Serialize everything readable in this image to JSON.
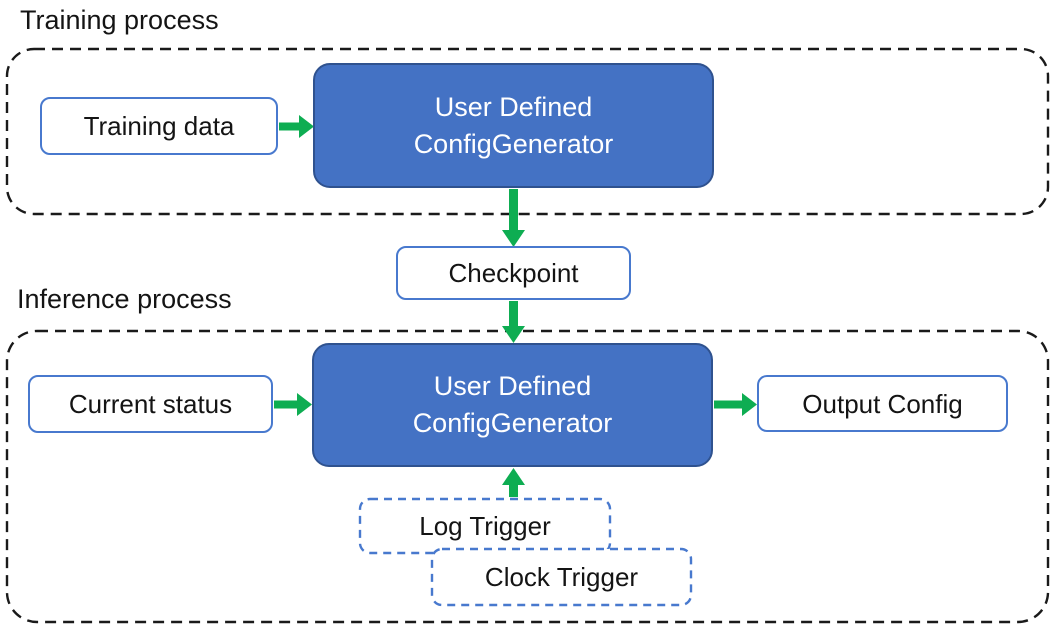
{
  "diagram_title": "ConfigGenerator training and inference process diagram",
  "colors": {
    "generator_fill_blue": "#4472C4",
    "generator_border_dark_blue": "#2F528F",
    "io_box_border_blue": "#4879CE",
    "trigger_dash_border_blue": "#4879CE",
    "arrow_green": "#0EAD52",
    "container_dash_black": "#1a1a1a",
    "text_black": "#141414",
    "text_white": "#ffffff"
  },
  "training_section": {
    "title": "Training process",
    "data_box": "Training data",
    "generator_box": {
      "line1": "User Defined",
      "line2": "ConfigGenerator"
    }
  },
  "checkpoint_box": "Checkpoint",
  "inference_section": {
    "title": "Inference process",
    "status_box": "Current status",
    "generator_box": {
      "line1": "User Defined",
      "line2": "ConfigGenerator"
    },
    "output_box": "Output Config",
    "log_trigger_box": "Log Trigger",
    "clock_trigger_box": "Clock Trigger"
  },
  "connections": [
    "Training data -> User Defined ConfigGenerator (training)",
    "User Defined ConfigGenerator (training) -> Checkpoint",
    "Checkpoint -> User Defined ConfigGenerator (inference)",
    "Current status -> User Defined ConfigGenerator (inference)",
    "User Defined ConfigGenerator (inference) -> Output Config",
    "Log Trigger / Clock Trigger -> User Defined ConfigGenerator (inference)"
  ]
}
